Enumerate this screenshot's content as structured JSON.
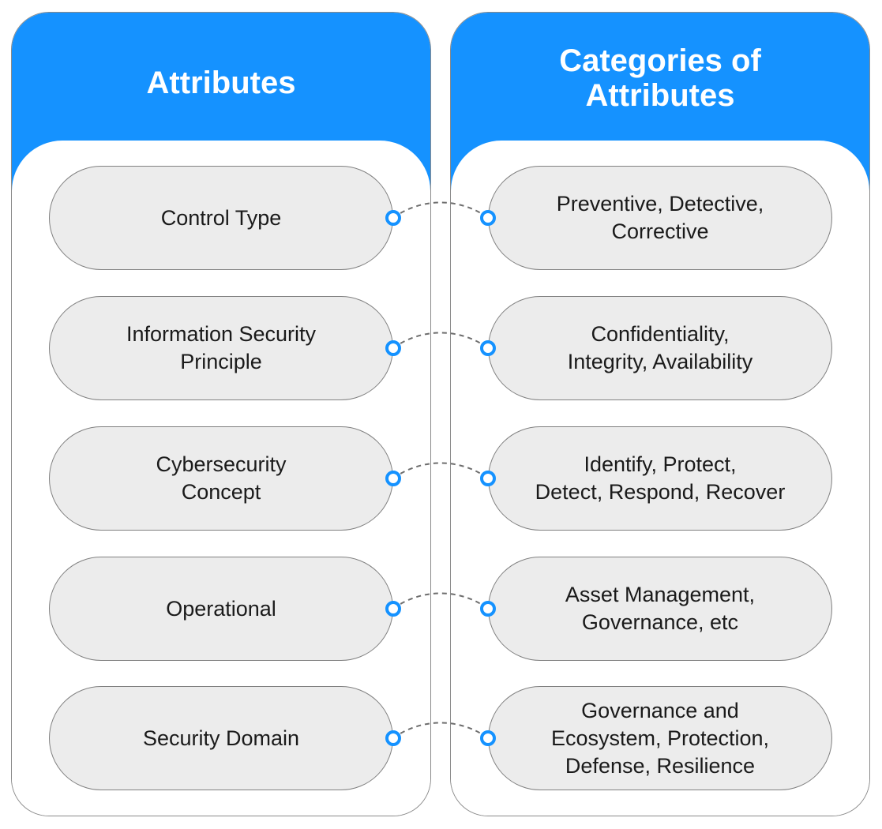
{
  "columns": {
    "left": {
      "title": "Attributes"
    },
    "right": {
      "title": "Categories of\nAttributes"
    }
  },
  "rows": [
    {
      "attribute": "Control Type",
      "category": "Preventive, Detective,\nCorrective"
    },
    {
      "attribute": "Information Security\nPrinciple",
      "category": "Confidentiality,\nIntegrity, Availability"
    },
    {
      "attribute": "Cybersecurity\nConcept",
      "category": "Identify, Protect,\nDetect, Respond, Recover"
    },
    {
      "attribute": "Operational",
      "category": "Asset Management,\nGovernance, etc"
    },
    {
      "attribute": "Security Domain",
      "category": "Governance and\nEcosystem, Protection,\nDefense, Resilience"
    }
  ],
  "colors": {
    "header": "#1592ff",
    "pill_fill": "#ececec",
    "connector_dot": "#1592ff",
    "connector_line": "#6e6e6e"
  }
}
